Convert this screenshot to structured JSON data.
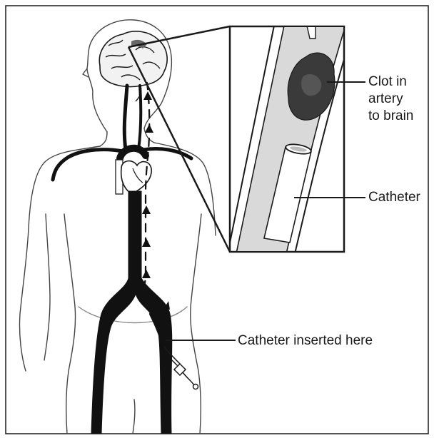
{
  "labels": {
    "clot_line1": "Clot in",
    "clot_line2": "artery",
    "clot_line3": "to brain",
    "catheter": "Catheter",
    "inserted": "Catheter inserted here"
  },
  "colors": {
    "ink": "#1a1a1a",
    "vessel_fill": "#d9d9d9",
    "clot": "#3a3a3a",
    "background": "#ffffff"
  }
}
